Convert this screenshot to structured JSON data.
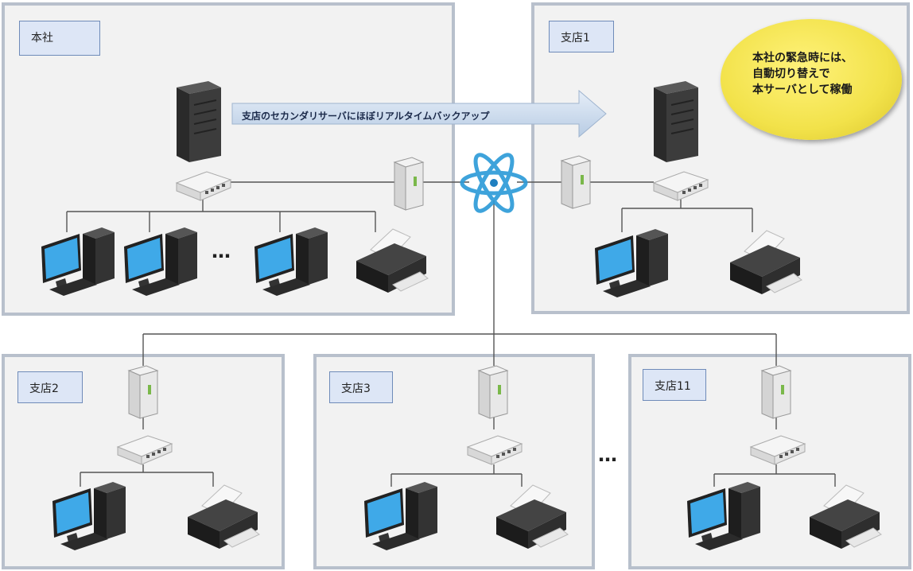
{
  "offices": {
    "hq": "本社",
    "b1": "支店1",
    "b2": "支店2",
    "b3": "支店3",
    "b11": "支店11"
  },
  "backup_arrow": "支店のセカンダリサーバにほぼリアルタイムバックアップ",
  "note_lines": [
    "本社の緊急時には、",
    "自動切り替えで",
    "本サーバとして稼働"
  ],
  "ellipsis": "…",
  "colors": {
    "office_bg": "#f2f2f2",
    "office_border": "#b8c0cc",
    "label_bg": "#dde6f6",
    "note": "#f2e24a",
    "arrow": "#c8d8ec",
    "network_hub": "#2a9ad8"
  },
  "icons": [
    "server-icon",
    "switch-icon",
    "router-icon",
    "desktop-pc-icon",
    "printer-icon",
    "network-hub-icon"
  ]
}
